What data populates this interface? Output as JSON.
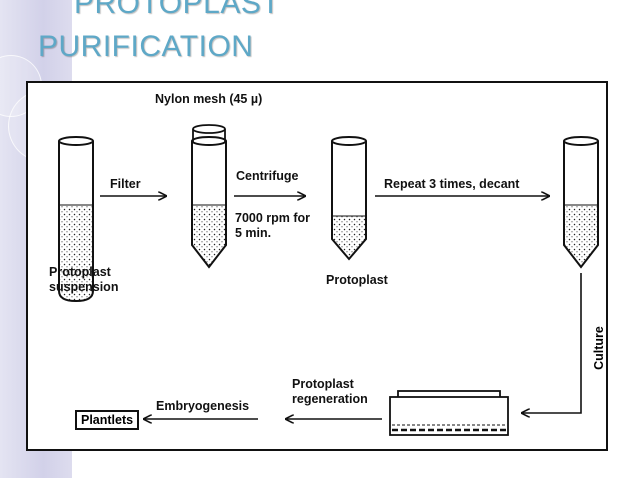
{
  "slide": {
    "title_line_1": "PROTOPLAST",
    "title_line_2": "PURIFICATION",
    "title_color": "#5ea8c7"
  },
  "diagram": {
    "nylon_mesh_label": "Nylon mesh (45 µ)",
    "filter_label": "Filter",
    "centrifuge_label": "Centrifuge",
    "speed_label_1": "7000 rpm for",
    "speed_label_2": "5 min.",
    "repeat_label": "Repeat 3 times, decant",
    "suspension_label_1": "Protoplast",
    "suspension_label_2": "suspension",
    "protoplast_label": "Protoplast",
    "culture_label": "Culture",
    "regeneration_label_1": "Protoplast",
    "regeneration_label_2": "regeneration",
    "embryogenesis_label": "Embryogenesis",
    "plantlets_label": "Plantlets"
  }
}
